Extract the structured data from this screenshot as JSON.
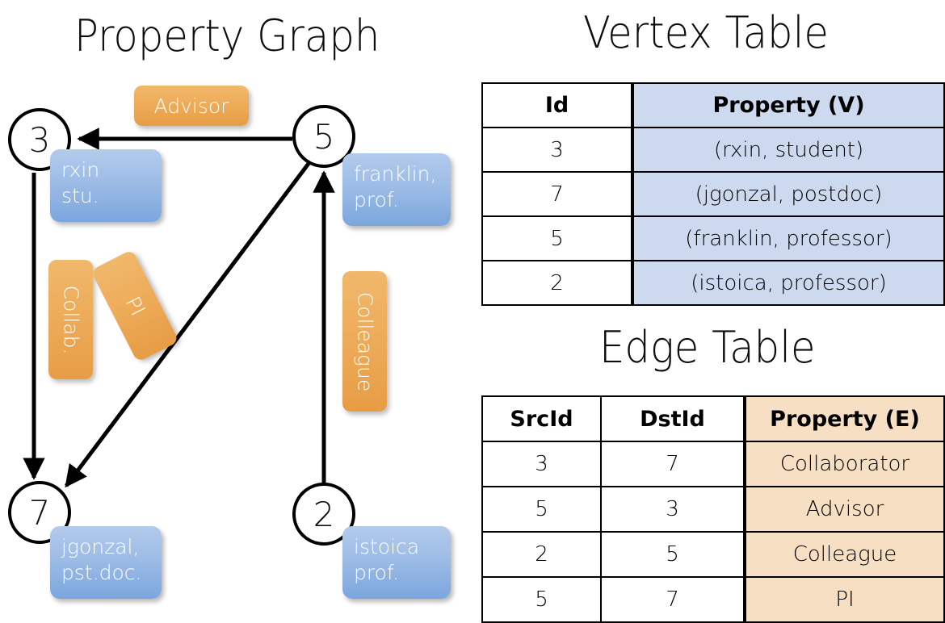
{
  "titles": {
    "property_graph": "Property Graph",
    "vertex_table": "Vertex Table",
    "edge_table": "Edge Table"
  },
  "colors": {
    "vertex_property_fill": "#ccd9ef",
    "edge_property_fill": "#f7dfc4",
    "callout_blue": "#9dbce6",
    "callout_orange": "#eeae5c",
    "stroke": "#000000"
  },
  "graph": {
    "vertices": [
      {
        "id": "3",
        "name": "rxin",
        "role": "stu.",
        "label_line1": "rxin",
        "label_line2": "stu."
      },
      {
        "id": "5",
        "name": "franklin",
        "role": "prof.",
        "label_line1": "franklin,",
        "label_line2": "prof."
      },
      {
        "id": "7",
        "name": "jgonzal",
        "role": "pst.doc.",
        "label_line1": "jgonzal,",
        "label_line2": "pst.doc."
      },
      {
        "id": "2",
        "name": "istoica",
        "role": "prof.",
        "label_line1": "istoica",
        "label_line2": "prof."
      }
    ],
    "edge_labels": [
      {
        "key": "advisor",
        "text": "Advisor",
        "from": "5",
        "to": "3"
      },
      {
        "key": "collab",
        "text": "Collab.",
        "from": "3",
        "to": "7"
      },
      {
        "key": "pi",
        "text": "PI",
        "from": "5",
        "to": "7"
      },
      {
        "key": "colleague",
        "text": "Colleague",
        "from": "2",
        "to": "5"
      }
    ]
  },
  "vertex_table": {
    "headers": [
      "Id",
      "Property (V)"
    ],
    "rows": [
      {
        "id": "3",
        "property": "(rxin, student)"
      },
      {
        "id": "7",
        "property": "(jgonzal, postdoc)"
      },
      {
        "id": "5",
        "property": "(franklin, professor)"
      },
      {
        "id": "2",
        "property": "(istoica, professor)"
      }
    ]
  },
  "edge_table": {
    "headers": [
      "SrcId",
      "DstId",
      "Property (E)"
    ],
    "rows": [
      {
        "src": "3",
        "dst": "7",
        "property": "Collaborator"
      },
      {
        "src": "5",
        "dst": "3",
        "property": "Advisor"
      },
      {
        "src": "2",
        "dst": "5",
        "property": "Colleague"
      },
      {
        "src": "5",
        "dst": "7",
        "property": "PI"
      }
    ]
  }
}
